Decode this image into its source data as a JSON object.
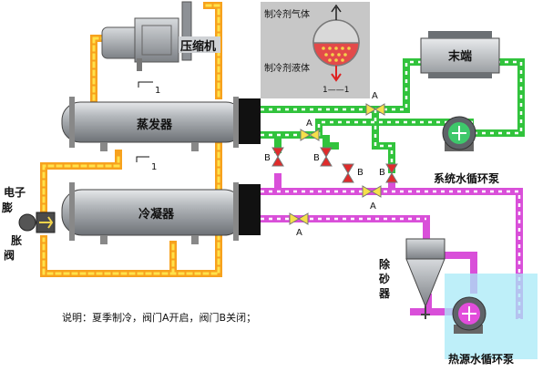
{
  "labels": {
    "compressor": "压缩机",
    "evaporator": "蒸发器",
    "condenser": "冷凝器",
    "terminal": "末端",
    "expansion_valve": "电子膨胀阀",
    "system_pump": "系统水循环泵",
    "heat_source_pump": "热源水循环泵",
    "desander": "除砂器",
    "marker_one_a": "1",
    "marker_one_b": "1",
    "marker_one_c": "1——1",
    "note": "说明：夏季制冷，阀门A开启，阀门B关闭；"
  },
  "legend": {
    "gas": "制冷剂气体",
    "liquid": "制冷剂液体"
  },
  "valves": {
    "A": "A",
    "B": "B"
  },
  "colors": {
    "orange_pipe": "#f7a21e",
    "green_pipe": "#31c33c",
    "magenta_pipe": "#d94fd9",
    "cyan_pipe": "#5ad4ee",
    "tank_gray": "#9a9ea3",
    "valve_red": "#e02b2b",
    "valve_yellow": "#f5e04a",
    "legend_bg": "#c7c7c7"
  }
}
